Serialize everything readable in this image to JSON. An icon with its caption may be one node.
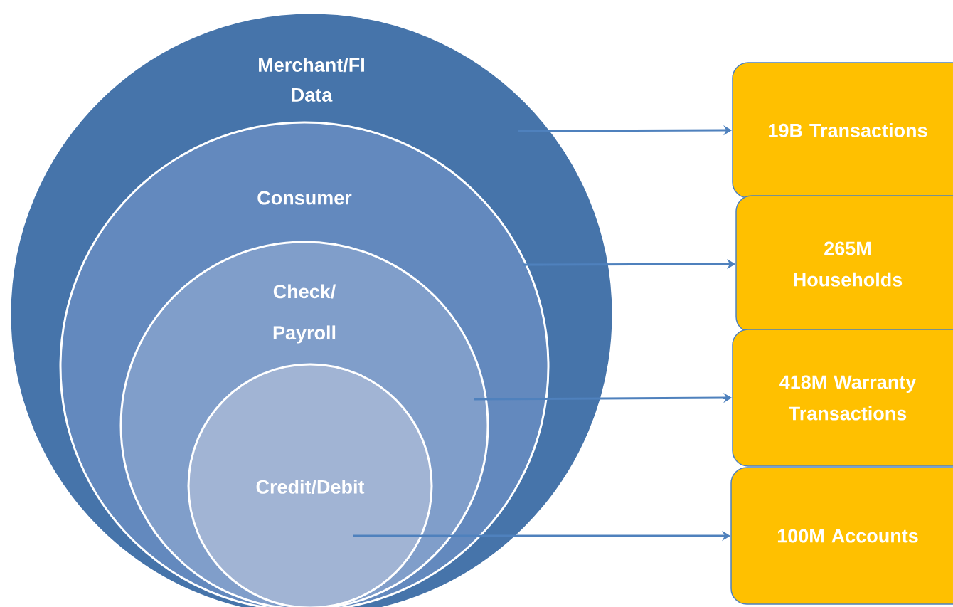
{
  "diagram": {
    "nodes": [
      {
        "text": [
          "Merchant/FI Data"
        ]
      },
      {
        "text": [
          "Consumer"
        ],
        "in": 0
      },
      {
        "text": [
          "Check/ Payroll"
        ],
        "in": 1
      },
      {
        "text": [
          "Credit/Debit"
        ],
        "in": 2
      },
      {
        "text": [
          "19B Transactions"
        ]
      },
      {
        "text": [
          "265M Households"
        ]
      },
      {
        "text": [
          "418M Warranty Transactions"
        ]
      },
      {
        "text": [
          "100M Accounts"
        ]
      }
    ],
    "edges": [
      {
        "from": 0,
        "to": 4,
        "arrow": "to"
      },
      {
        "from": 1,
        "to": 5,
        "arrow": "to"
      },
      {
        "from": 2,
        "to": 6,
        "arrow": "to"
      },
      {
        "from": 3,
        "to": 7,
        "arrow": "to"
      }
    ]
  }
}
